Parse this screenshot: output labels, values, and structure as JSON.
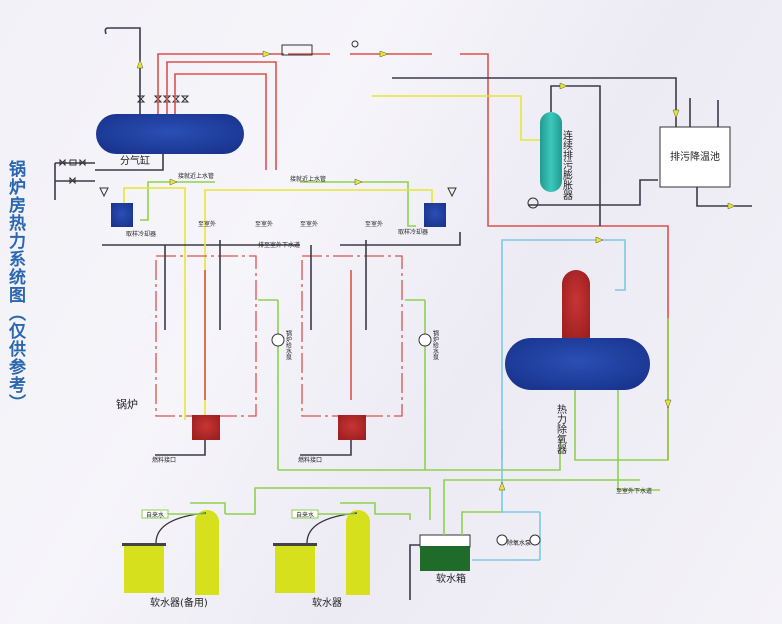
{
  "title": "锅炉房热力系统图（仅供参考）",
  "colors": {
    "title": "#2b67b0",
    "steam_pipe": "#d9534f",
    "feed_pipe": "#e6e632",
    "soft_water_pipe": "#8fd14f",
    "drain_pipe": "#3b3b4a",
    "deaerated_pipe": "#7ec8e0",
    "vessel_blue": "#1f3f9e",
    "deaerator_head_red": "#b52a2a",
    "expander_teal": "#2bb3a8",
    "softener_yellow": "#d6e01c",
    "tank_green": "#1e6b2a",
    "boiler_burner_red": "#b22a2a"
  },
  "equipment": {
    "steam_header": "分气缸",
    "boiler": "锅炉",
    "expander": "连续排污膨胀器",
    "blowdown_pool": "排污降温池",
    "deaerator": "热力除氧器",
    "soft_tank": "软水箱",
    "softener_backup": "软水器(备用)",
    "softener": "软水器",
    "sample_cooler_left": "取样冷却器",
    "sample_cooler_right": "取样冷却器",
    "feed_pump_left": "锅炉给水泵",
    "feed_pump_right": "锅炉给水泵",
    "deaerator_pump": "除氧水泵"
  },
  "labels": {
    "drain_near_left": "接就近上水管",
    "drain_near_right": "接就近上水管",
    "outdoor_1": "至室外",
    "outdoor_2": "至室外",
    "outdoor_3": "至室外",
    "outdoor_4": "至室外",
    "to_outdoor_sewer": "排至室外下水道",
    "to_outdoor_sewer_2": "至室外下水道",
    "fuel_inlet_1": "燃料接口",
    "fuel_inlet_2": "燃料接口",
    "tap_water_1": "自来水",
    "tap_water_2": "自来水"
  }
}
